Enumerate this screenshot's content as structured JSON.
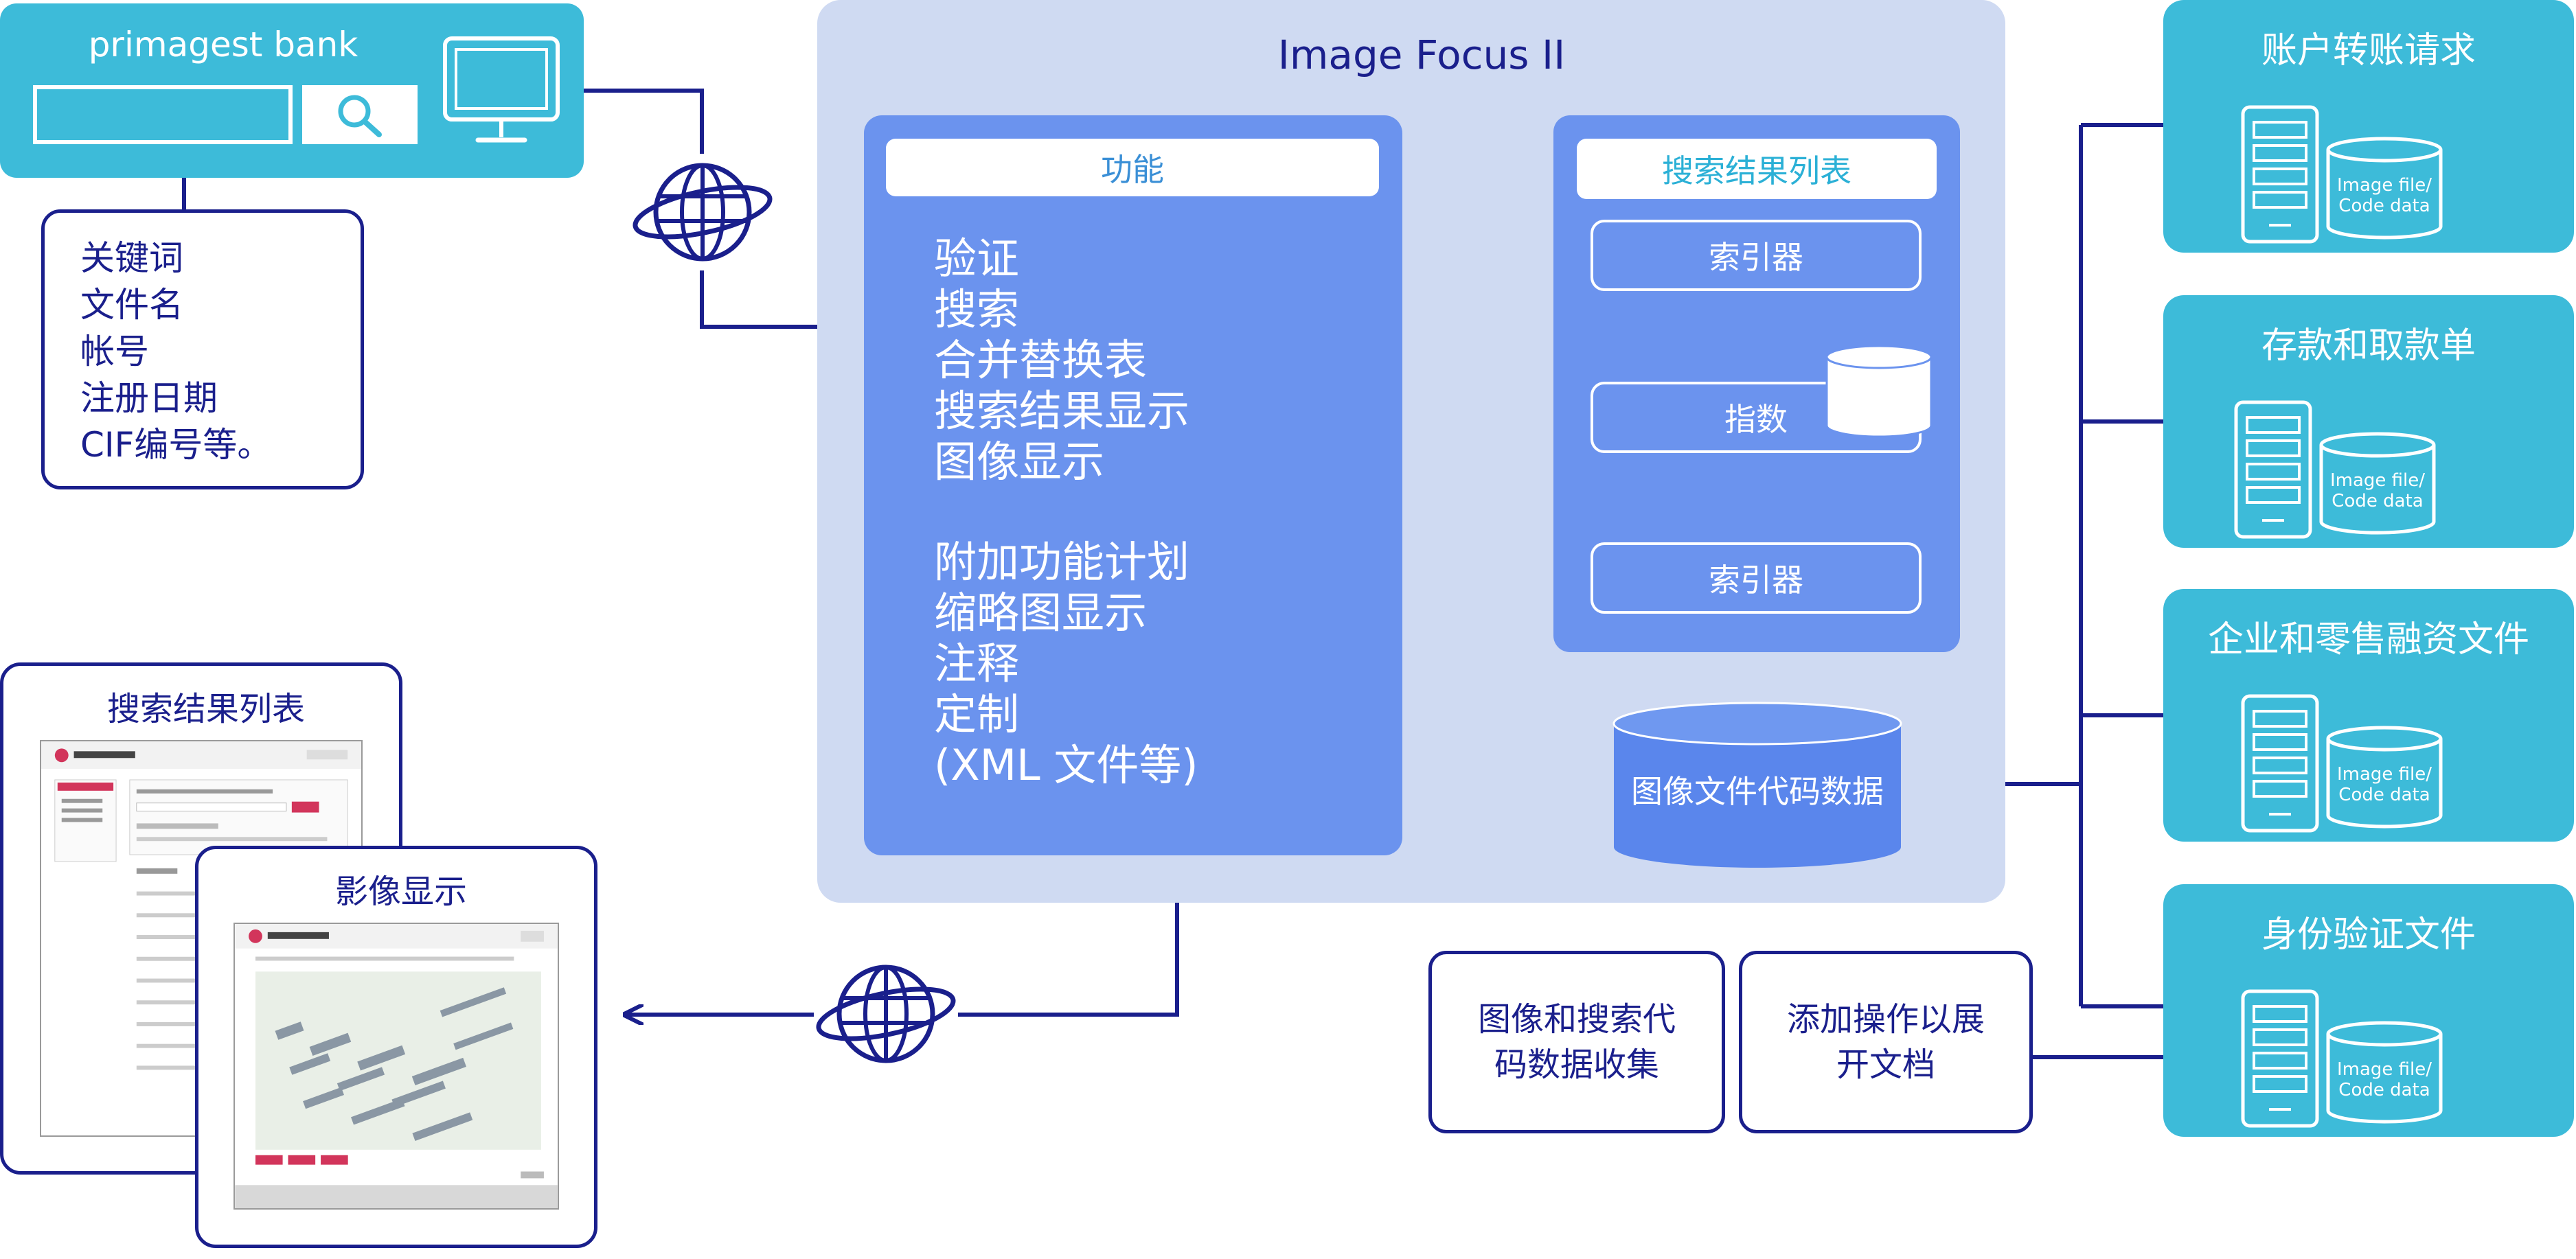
{
  "bank": {
    "title": "primagest bank"
  },
  "keywords": [
    "关键词",
    "文件名",
    "帐号",
    "注册日期",
    "CIF编号等。"
  ],
  "system": {
    "title": "Image Focus II",
    "functions": {
      "header": "功能",
      "items": [
        "验证",
        "搜索",
        "合并替换表",
        "搜索结果显示",
        "图像显示"
      ],
      "extra_items": [
        "附加功能计划",
        "缩略图显示",
        "注释",
        "定制",
        "(XML 文件等)"
      ]
    },
    "results": {
      "header": "搜索结果列表",
      "indexer_top": "索引器",
      "index": "指数",
      "indexer_bottom": "索引器"
    },
    "database_label": "图像文件代码数据"
  },
  "bottom_boxes": {
    "collect": [
      "图像和搜索代",
      "码数据收集"
    ],
    "expand": [
      "添加操作以展",
      "开文档"
    ]
  },
  "documents": [
    {
      "title": "账户转账请求",
      "db_label": [
        "Image file/",
        "Code data"
      ]
    },
    {
      "title": "存款和取款单",
      "db_label": [
        "Image file/",
        "Code data"
      ]
    },
    {
      "title": "企业和零售融资文件",
      "db_label": [
        "Image file/",
        "Code data"
      ]
    },
    {
      "title": "身份验证文件",
      "db_label": [
        "Image file/",
        "Code data"
      ]
    }
  ],
  "screens": {
    "results_title": "搜索结果列表",
    "image_title": "影像显示"
  },
  "colors": {
    "teal": "#3dbbd9",
    "navy": "#1a1f8c",
    "system_bg": "#cfdaf2",
    "module_blue": "#6b93ee",
    "db_blue": "#5a86ec"
  },
  "icons": [
    "search-icon",
    "monitor-icon",
    "globe-icon",
    "database-icon",
    "server-icon"
  ]
}
